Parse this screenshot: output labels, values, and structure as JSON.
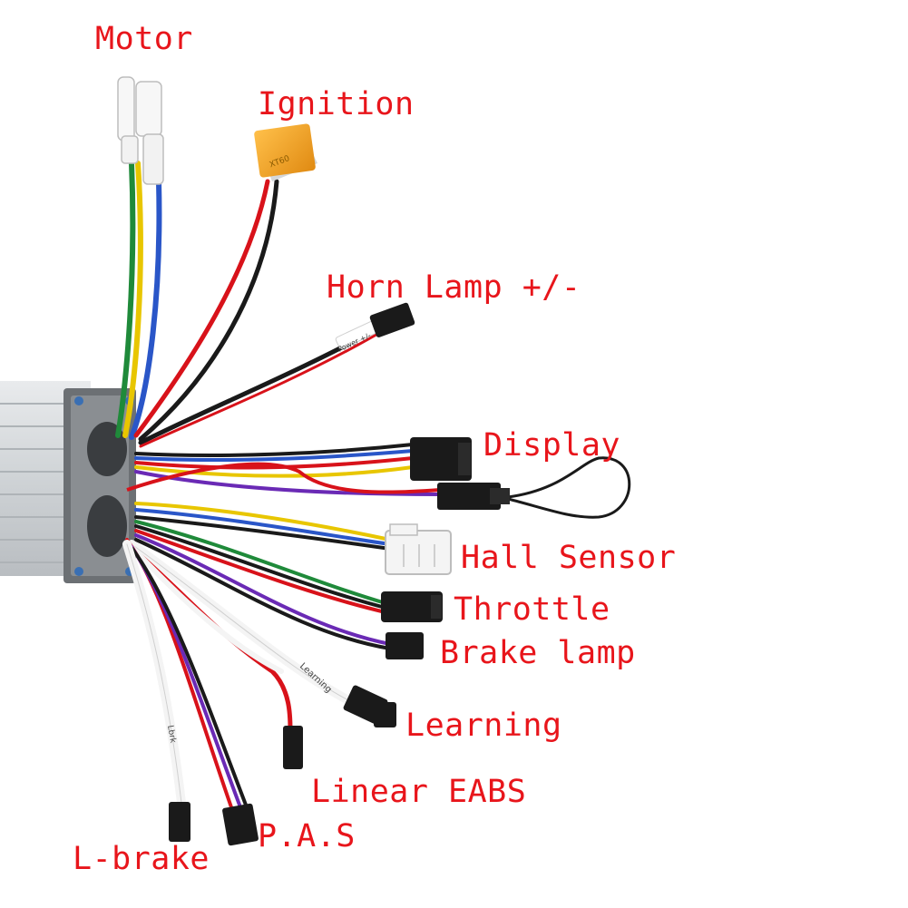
{
  "labels": {
    "motor": "Motor",
    "ignition": "Ignition",
    "horn_lamp": "Horn Lamp +/-",
    "display": "Display",
    "hall_sensor": "Hall Sensor",
    "throttle": "Throttle",
    "brake_lamp": "Brake lamp",
    "learning": "Learning",
    "linear_eabs": "Linear EABS",
    "pas": "P.A.S",
    "l_brake": "L-brake"
  },
  "wire_tags": {
    "horn": "Power +/-",
    "learning": "Learning",
    "l_brake": "Lbrk"
  },
  "connector_marking": "XT60",
  "colors": {
    "label_text": "#e8151b",
    "wire_red": "#d8121a",
    "wire_black": "#1a1a1a",
    "wire_green": "#1f8a3a",
    "wire_yellow": "#e8c600",
    "wire_blue": "#2a56c8",
    "wire_purple": "#6a2ab5",
    "wire_white": "#f4f4f4",
    "connector_orange": "#f5a623",
    "housing_silver": "#d4d7da"
  }
}
